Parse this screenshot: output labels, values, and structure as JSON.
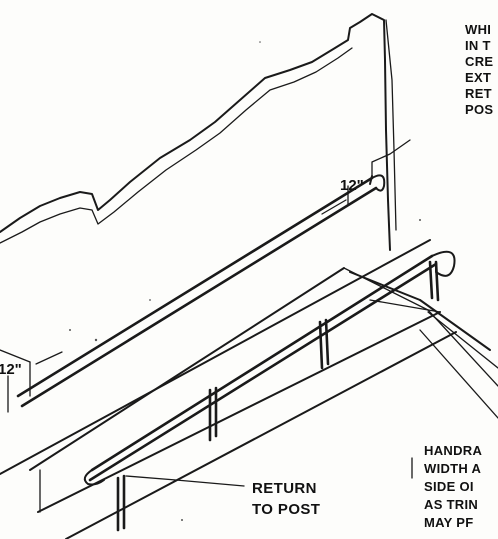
{
  "dimensions": {
    "upper": "12\"",
    "lower": "12\""
  },
  "callout": {
    "line1": "RETURN",
    "line2": "TO POST"
  },
  "note_top_right": {
    "lines": [
      "WHI",
      "IN T",
      "CRE",
      "EXT",
      "RET",
      "POS"
    ]
  },
  "note_bottom_right": {
    "lines": [
      "HANDRA",
      "WIDTH A",
      "SIDE OI",
      "AS TRIN",
      "MAY PF"
    ]
  }
}
